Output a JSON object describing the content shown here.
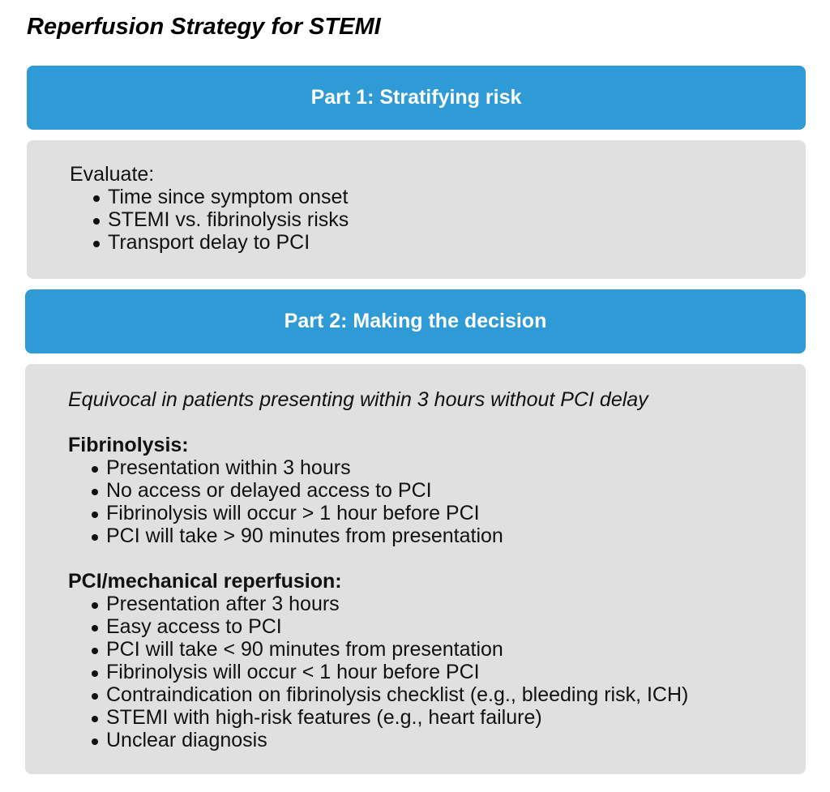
{
  "page": {
    "title": "Reperfusion Strategy for STEMI"
  },
  "colors": {
    "header_blue": "#2f9bd6",
    "panel_gray": "#e0e0e0",
    "text": "#111111"
  },
  "part1": {
    "heading": "Part 1: Stratifying risk",
    "label": "Evaluate:",
    "items": [
      "Time since symptom onset",
      "STEMI vs. fibrinolysis risks",
      "Transport delay to PCI"
    ]
  },
  "part2": {
    "heading": "Part 2: Making the decision",
    "intro": "Equivocal in patients presenting within 3 hours without PCI delay",
    "fibrinolysis": {
      "label": "Fibrinolysis:",
      "items": [
        "Presentation within 3 hours",
        "No access or delayed access to PCI",
        "Fibrinolysis will occur > 1 hour before PCI",
        "PCI will take > 90 minutes from presentation"
      ]
    },
    "pci": {
      "label": "PCI/mechanical reperfusion:",
      "items": [
        "Presentation after 3 hours",
        "Easy access to PCI",
        "PCI will take < 90 minutes from presentation",
        "Fibrinolysis will occur < 1 hour before PCI",
        "Contraindication on fibrinolysis checklist (e.g., bleeding risk, ICH)",
        "STEMI with high-risk features (e.g., heart failure)",
        "Unclear diagnosis"
      ]
    }
  }
}
